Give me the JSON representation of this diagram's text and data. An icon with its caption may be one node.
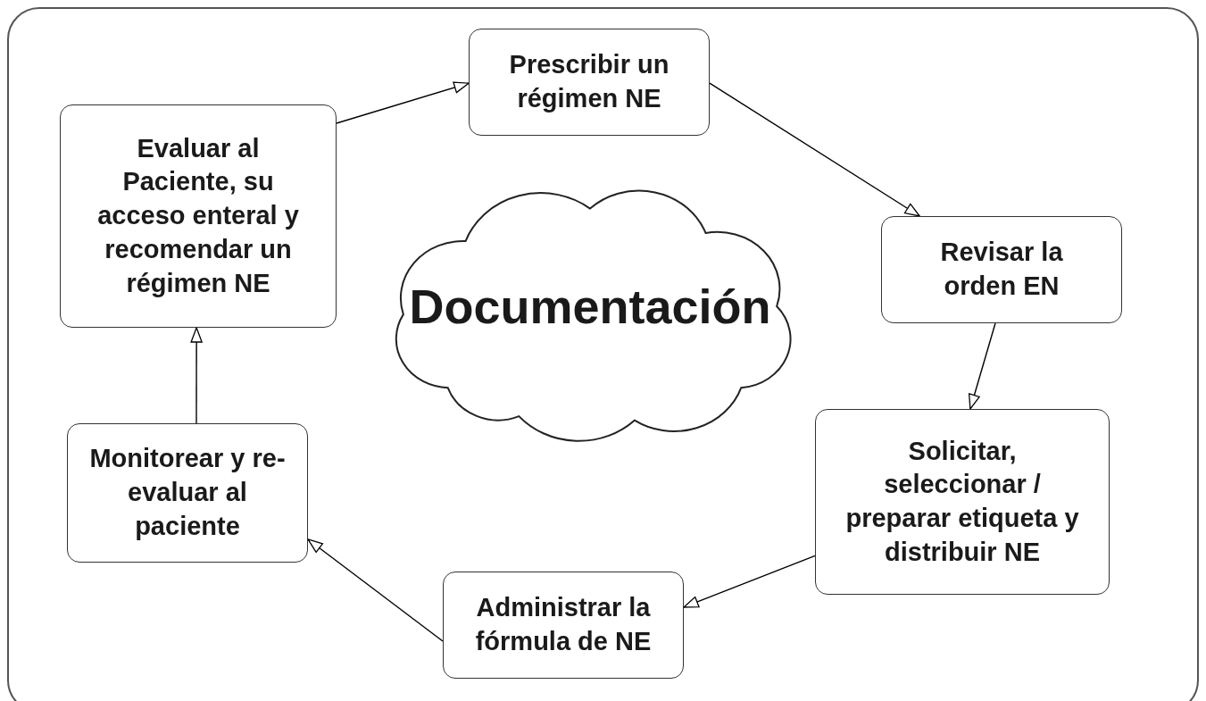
{
  "diagram": {
    "nodes": [
      {
        "text": [
          "Evaluar al Paciente, su acceso enteral y recomendar un régimen NE"
        ]
      },
      {
        "text": [
          "Prescribir un régimen NE"
        ]
      },
      {
        "text": [
          "Revisar la orden EN"
        ]
      },
      {
        "text": [
          "Solicitar, seleccionar / preparar etiqueta y distribuir NE"
        ]
      },
      {
        "text": [
          "Administrar la fórmula de NE"
        ]
      },
      {
        "text": [
          "Monitorear y re-evaluar al paciente"
        ]
      },
      {
        "text": [
          "Documentación"
        ]
      }
    ],
    "edges": [
      {
        "from": 0,
        "to": 1,
        "arrow": "to"
      },
      {
        "from": 1,
        "to": 2,
        "arrow": "to"
      },
      {
        "from": 2,
        "to": 3,
        "arrow": "to"
      },
      {
        "from": 3,
        "to": 4,
        "arrow": "to"
      },
      {
        "from": 4,
        "to": 5,
        "arrow": "to"
      },
      {
        "from": 5,
        "to": 0,
        "arrow": "to"
      }
    ]
  }
}
